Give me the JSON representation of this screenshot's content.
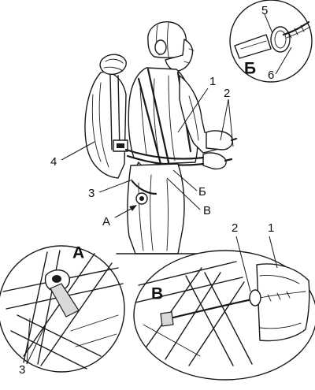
{
  "labels": {
    "main": {
      "l1": "1",
      "l2": "2",
      "l3": "3",
      "l4": "4",
      "lA": "А",
      "lB_cyr": "Б",
      "lV": "В"
    },
    "inset_b": {
      "title": "Б",
      "l5": "5",
      "l6": "6"
    },
    "inset_a": {
      "title": "А",
      "l3": "3"
    },
    "inset_v": {
      "title": "В",
      "l1": "1",
      "l2": "2"
    }
  }
}
